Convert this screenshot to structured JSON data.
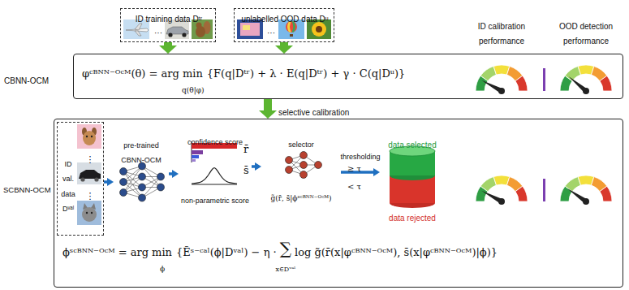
{
  "diagram": {
    "nodes": [
      {
        "text": [
          "ID training data Dᵗʳ",
          "···"
        ]
      },
      {
        "text": [
          "unlabelled OOD data Dᵘ",
          "···"
        ]
      },
      {
        "text": [
          "CBNN-OCM",
          "φᶜᴮᴺᴺ⁻ᴼᶜᴹ(θ) = arg min",
          "q(θ|φ)",
          "{F(q|Dᵗʳ) + λ · E(q|Dᵗʳ) + γ · C(q|Dᵘ)}"
        ]
      },
      {
        "text": [
          "SCBNN-OCM",
          "ϕˢᶜᴮᴺᴺ⁻ᴼᶜᴹ = arg min",
          "ϕ",
          "{Ẽˢ⁻ᶜᵃˡ(ϕ|Dᵛᵃˡ) − η ·",
          "∑",
          "x∈Dᵛᵃˡ",
          "log g̃(r̄(x|φᶜᴮᴺᴺ⁻ᴼᶜᴹ), s̄(x|φᶜᴮᴺᴺ⁻ᴼᶜᴹ)|ϕ)}"
        ]
      },
      {
        "text": [
          "ID val. data Dᵛᵃˡ",
          "⋮",
          "⋮"
        ],
        "in": 3
      },
      {
        "text": [
          "pre-trained CBNN-OCM"
        ],
        "in": 3
      },
      {
        "text": [
          "confidence score",
          "r̄",
          "non-parametric score",
          "s̄"
        ],
        "in": 3
      },
      {
        "text": [
          "selector",
          "g̃(r̄, s̄|ϕˢᶜᴮᴺᴺ⁻ᴼᶜᴹ)"
        ],
        "in": 3
      },
      {
        "text": [
          "data selected",
          "data rejected"
        ],
        "in": 3
      }
    ],
    "edges": [
      {
        "from": 0,
        "to": 2,
        "arrow": "to"
      },
      {
        "from": 1,
        "to": 2,
        "arrow": "to"
      },
      {
        "from": 2,
        "to": 3,
        "label": "selective calibration",
        "arrow": "to"
      },
      {
        "from": 4,
        "to": 5,
        "arrow": "to"
      },
      {
        "from": 5,
        "to": 6,
        "arrow": "to"
      },
      {
        "from": 6,
        "to": 7,
        "arrow": "to"
      },
      {
        "from": 7,
        "to": 8,
        "label": "thresholding",
        "arrow": "to"
      }
    ],
    "labels": [
      "ID calibration performance",
      "OOD detection performance",
      "≥ τ",
      "< τ"
    ]
  }
}
